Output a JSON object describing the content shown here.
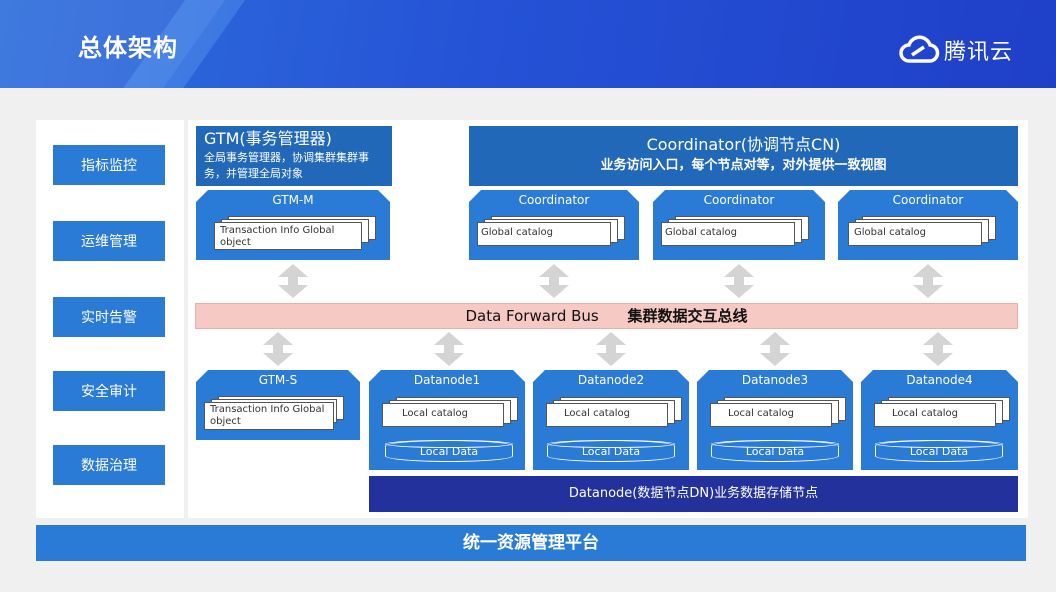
{
  "header": {
    "title": "总体架构",
    "logo_text": "腾讯云"
  },
  "sidebar": {
    "items": [
      "指标监控",
      "运维管理",
      "实时告警",
      "安全审计",
      "数据治理"
    ]
  },
  "gtm": {
    "title": "GTM(事务管理器)",
    "desc": "全局事务管理器，协调集群集群事务，并管理全局对象"
  },
  "coordinator_group": {
    "title": "Coordinator(协调节点CN)",
    "desc": "业务访问入口，每个节点对等，对外提供一致视图"
  },
  "gtm_m": {
    "title": "GTM-M",
    "doc": "Transaction Info  Global object"
  },
  "gtm_s": {
    "title": "GTM-S",
    "doc": "Transaction Info Global object"
  },
  "coordinators": [
    {
      "title": "Coordinator",
      "doc": "Global catalog"
    },
    {
      "title": "Coordinator",
      "doc": "Global catalog"
    },
    {
      "title": "Coordinator",
      "doc": "Global catalog"
    }
  ],
  "bus": {
    "en": "Data Forward Bus",
    "zh": "集群数据交互总线"
  },
  "datanodes": [
    {
      "title": "Datanode1",
      "doc": "Local catalog",
      "db": "Local Data"
    },
    {
      "title": "Datanode2",
      "doc": "Local catalog",
      "db": "Local Data"
    },
    {
      "title": "Datanode3",
      "doc": "Local catalog",
      "db": "Local Data"
    },
    {
      "title": "Datanode4",
      "doc": "Local catalog",
      "db": "Local Data"
    }
  ],
  "datanode_bar": "Datanode(数据节点DN)业务数据存储节点",
  "platform": "统一资源管理平台"
}
